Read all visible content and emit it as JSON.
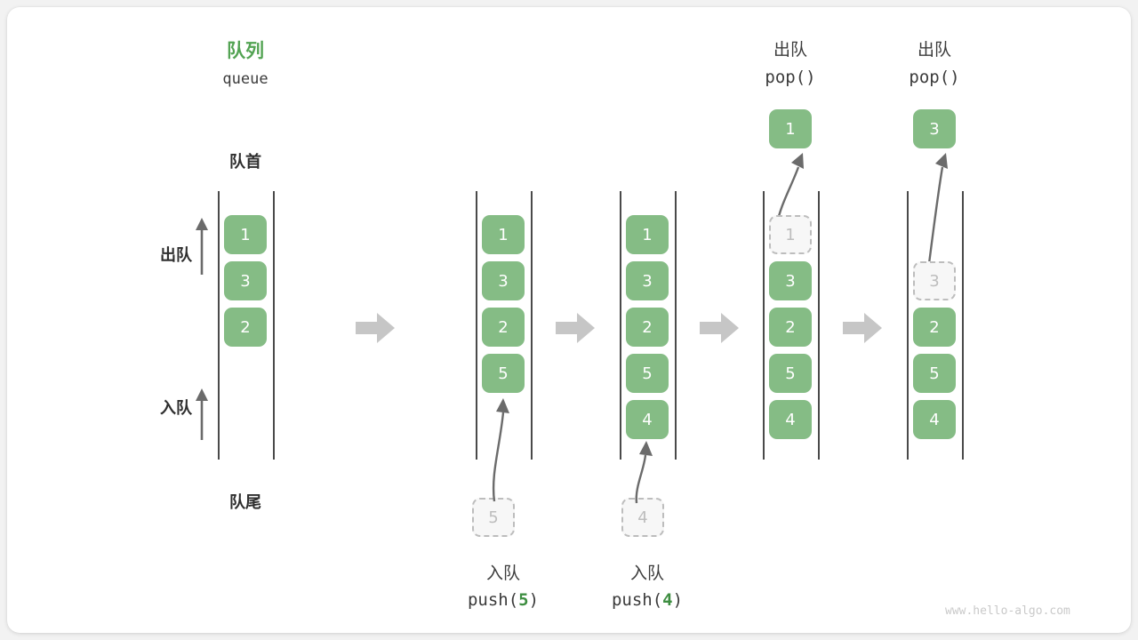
{
  "diagram": {
    "title_cn": "队列",
    "title_en": "queue",
    "front_label": "队首",
    "rear_label": "队尾",
    "dequeue_label": "出队",
    "enqueue_label": "入队",
    "watermark": "www.hello-algo.com",
    "accent_green": "#53a353",
    "cell_green": "#85bc85",
    "ghost_gray": "#bdbdbd",
    "arrow_gray": "#c6c6c6",
    "text_dark": "#2e2e2e"
  },
  "stages": [
    {
      "id": "initial",
      "header_cn": "队列",
      "header_code": "queue",
      "cells": [
        "1",
        "3",
        "2"
      ],
      "ghost_index": -1
    },
    {
      "id": "push-5",
      "caption_cn": "入队",
      "caption_code_prefix": "push(",
      "caption_code_arg": "5",
      "caption_code_suffix": ")",
      "incoming_value": "5",
      "cells": [
        "1",
        "3",
        "2",
        "5"
      ],
      "ghost_index": -1
    },
    {
      "id": "push-4",
      "caption_cn": "入队",
      "caption_code_prefix": "push(",
      "caption_code_arg": "4",
      "caption_code_suffix": ")",
      "incoming_value": "4",
      "cells": [
        "1",
        "3",
        "2",
        "5",
        "4"
      ],
      "ghost_index": -1
    },
    {
      "id": "pop-1",
      "header_cn": "出队",
      "header_code": "pop()",
      "popped_value": "1",
      "cells": [
        "1",
        "3",
        "2",
        "5",
        "4"
      ],
      "ghost_index": 0
    },
    {
      "id": "pop-3",
      "header_cn": "出队",
      "header_code": "pop()",
      "popped_value": "3",
      "cells": [
        "3",
        "2",
        "5",
        "4"
      ],
      "ghost_index": 0
    }
  ],
  "separators": [
    "arrow-right-icon",
    "arrow-right-icon",
    "arrow-right-icon",
    "arrow-right-icon"
  ]
}
